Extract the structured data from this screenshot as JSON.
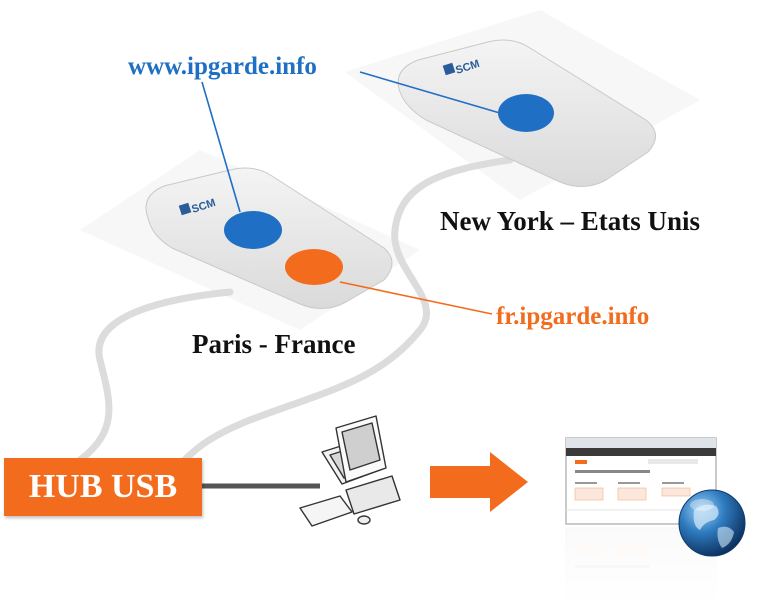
{
  "labels": {
    "ny_url": "www.ipgarde.info",
    "fr_url": "fr.ipgarde.info",
    "ny_city": "New York – Etats Unis",
    "paris_city": "Paris - France",
    "hub": "HUB USB"
  },
  "devices": {
    "brand": "SCM"
  },
  "colors": {
    "blue": "#1f6fc4",
    "orange": "#f36b1c",
    "dark": "#111111"
  },
  "icons": [
    "usb-key-device",
    "desktop-computer-icon",
    "right-arrow-icon",
    "browser-window-icon",
    "globe-icon"
  ]
}
